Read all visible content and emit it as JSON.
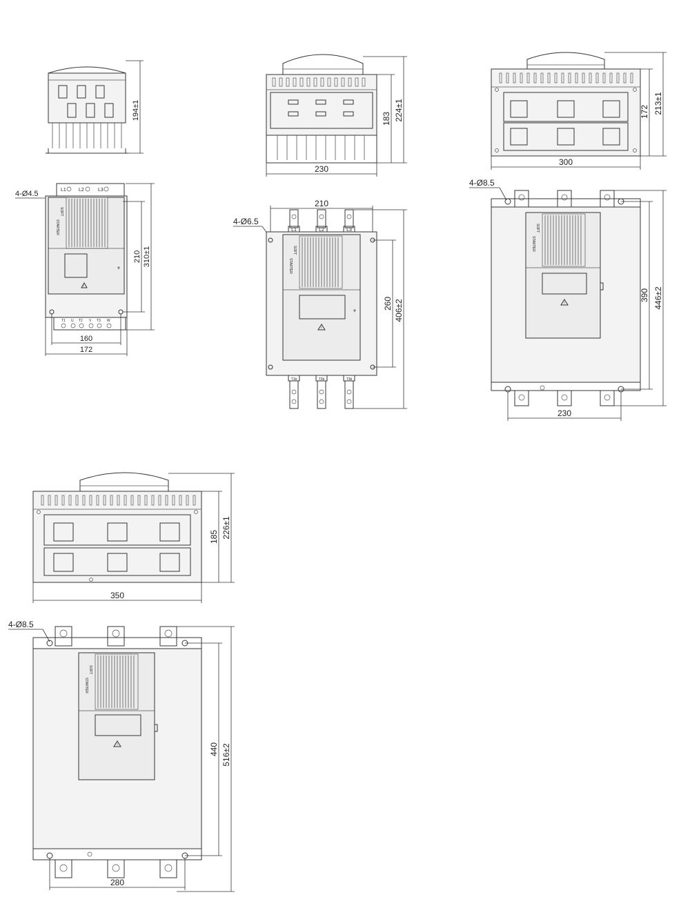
{
  "dims": {
    "d1_height": "194±1",
    "d1_hole": "4-Ø4.5",
    "d1_terminals_top": [
      "L1",
      "L2",
      "L3"
    ],
    "d1_terminals_bottom": [
      "T1",
      "U",
      "T2",
      "V",
      "T3",
      "W"
    ],
    "d1_inner_h": "210",
    "d1_outer_h": "310±1",
    "d1_inner_w": "160",
    "d1_outer_w": "172",
    "d2_inner_h": "183",
    "d2_outer_h": "224±1",
    "d2_width": "230",
    "d2_top_w": "210",
    "d2_hole": "4-Ø6.5",
    "d2_terminals_top": [
      "L1",
      "L2",
      "L3"
    ],
    "d2_terminals_bottom": [
      "T1b",
      "T2b",
      "T3b"
    ],
    "d2_inner_v": "260",
    "d2_outer_v": "406±2",
    "d3_inner_h": "172",
    "d3_outer_h": "213±1",
    "d3_width": "300",
    "d3_hole": "4-Ø8.5",
    "d3_inner_v": "390",
    "d3_outer_v": "446±2",
    "d3_bottom_w": "230",
    "d4_inner_h": "185",
    "d4_outer_h": "226±1",
    "d4_width": "350",
    "d4_hole": "4-Ø8.5",
    "d4_inner_v": "440",
    "d4_outer_v": "516±2",
    "d4_bottom_w": "280"
  },
  "panel_text": {
    "logo_line1": "SOFT",
    "logo_line2": "STARTER"
  }
}
